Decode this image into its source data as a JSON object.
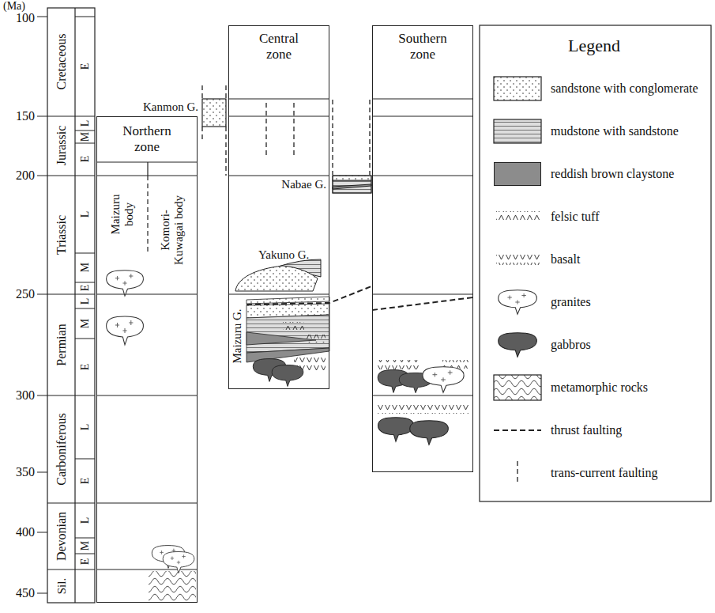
{
  "diagram": {
    "nodes": [
      {
        "text": [
          "Northern zone"
        ]
      },
      {
        "text": [
          "Maizuru body"
        ],
        "in": 0
      },
      {
        "text": [
          "Komori-Kuwagai body"
        ],
        "in": 0
      },
      {
        "text": [
          "Central zone"
        ]
      },
      {
        "text": [
          "Southern zone"
        ]
      }
    ],
    "labels": [
      "(Ma)",
      "100",
      "150",
      "200",
      "250",
      "300",
      "350",
      "400",
      "450",
      "Cretaceous",
      "E",
      "Jurassic",
      "L",
      "M",
      "E",
      "Triassic",
      "L",
      "M",
      "E",
      "Permian",
      "L",
      "M",
      "E",
      "Carboniferous",
      "L",
      "E",
      "Devonian",
      "L",
      "M",
      "E",
      "Sil.",
      "Kanmon G.",
      "Yakuno G.",
      "Nabae G.",
      "Maizuru G.",
      "Legend"
    ],
    "legend": [
      {
        "text": "sandstone with conglomerate"
      },
      {
        "text": "mudstone with sandstone"
      },
      {
        "text": "reddish brown claystone",
        "color": "#8c8c8c"
      },
      {
        "text": "felsic tuff"
      },
      {
        "text": "basalt"
      },
      {
        "text": "granites"
      },
      {
        "text": "gabbros"
      },
      {
        "text": "metamorphic rocks"
      },
      {
        "text": "thrust faulting"
      },
      {
        "text": "trans-current faulting"
      }
    ]
  }
}
